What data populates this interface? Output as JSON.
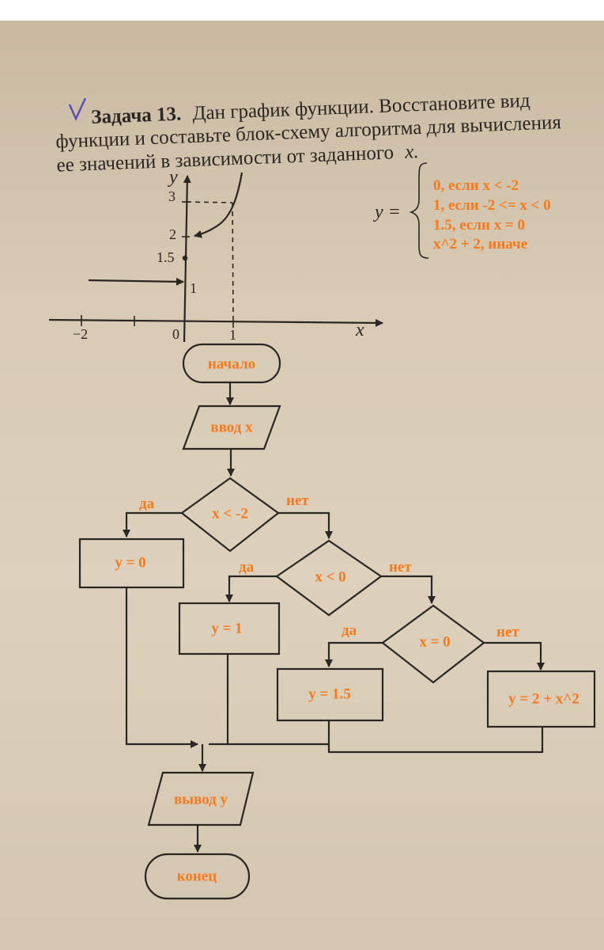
{
  "problem": {
    "title": "Задача 13.",
    "line1_rest": "Дан график функции. Восстановите вид",
    "line2": "функции и составьте блок-схему алгоритма для вычисления",
    "line3": "ее значений в зависимости от заданного",
    "line3_var": "x."
  },
  "graph": {
    "y_axis_label": "y",
    "x_axis_label": "x",
    "y_ticks": [
      "3",
      "2",
      "1.5",
      "1"
    ],
    "x_ticks": [
      "−2",
      "0",
      "1"
    ]
  },
  "formula": {
    "lhs": "y =",
    "cases": [
      "0, если x < -2",
      "1, если -2 <= x < 0",
      "1.5, если x = 0",
      "x^2 + 2, иначе"
    ]
  },
  "flowchart": {
    "start": "начало",
    "input": "ввод x",
    "decision1": "x < -2",
    "decision2": "x < 0",
    "decision3": "x = 0",
    "yes": "да",
    "no": "нет",
    "assign1": "y = 0",
    "assign2": "y = 1",
    "assign3": "y = 1.5",
    "assign4": "y = 2 + x^2",
    "output": "вывод y",
    "end": "конец"
  },
  "colors": {
    "annotation": "#f47a1f",
    "ink": "#2a2622",
    "check_mark": "#5a4bb5"
  }
}
